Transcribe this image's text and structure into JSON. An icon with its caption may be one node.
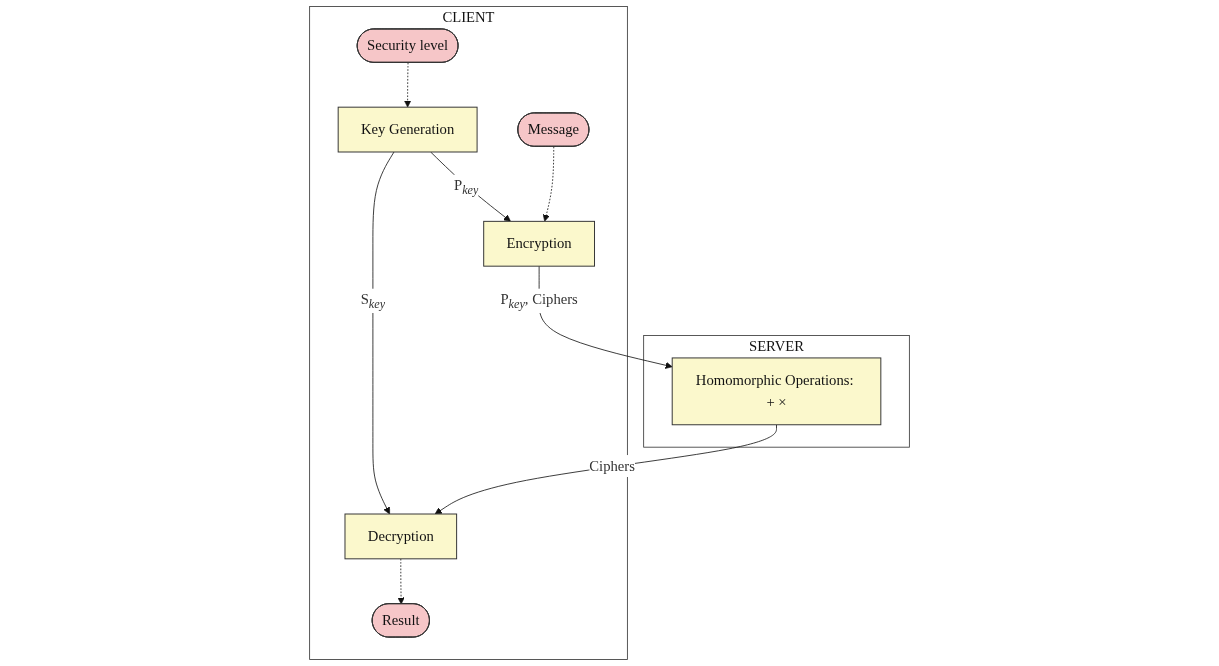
{
  "diagram": {
    "nodes": [
      {
        "text": [
          "CLIENT"
        ]
      },
      {
        "text": [
          "Security level"
        ],
        "in": 0
      },
      {
        "text": [
          "Key Generation"
        ],
        "in": 0
      },
      {
        "text": [
          "Decryption"
        ],
        "in": 0
      },
      {
        "text": [
          "Result"
        ],
        "in": 0
      },
      {
        "text": [
          "Message"
        ],
        "in": 0
      },
      {
        "text": [
          "Encryption"
        ],
        "in": 0
      },
      {
        "text": [
          "SERVER"
        ]
      },
      {
        "text": [
          "Homomorphic Operations: + ×"
        ],
        "in": 7
      }
    ],
    "edges": [
      {
        "from": 1,
        "to": 2,
        "arrow": "to",
        "style": "dashed"
      },
      {
        "from": 2,
        "to": 3,
        "arrow": "to",
        "label": "S$_{key}$"
      },
      {
        "from": 3,
        "to": 4,
        "arrow": "to",
        "style": "dashed"
      },
      {
        "from": 2,
        "to": 6,
        "arrow": "to",
        "label": "P$_{key}$"
      },
      {
        "from": 5,
        "to": 6,
        "arrow": "to",
        "style": "dashed"
      },
      {
        "from": 6,
        "to": 8,
        "arrow": "to",
        "label": "P$_{key}$, Ciphers"
      },
      {
        "from": 8,
        "to": 3,
        "arrow": "to",
        "label": "Ciphers"
      }
    ]
  }
}
